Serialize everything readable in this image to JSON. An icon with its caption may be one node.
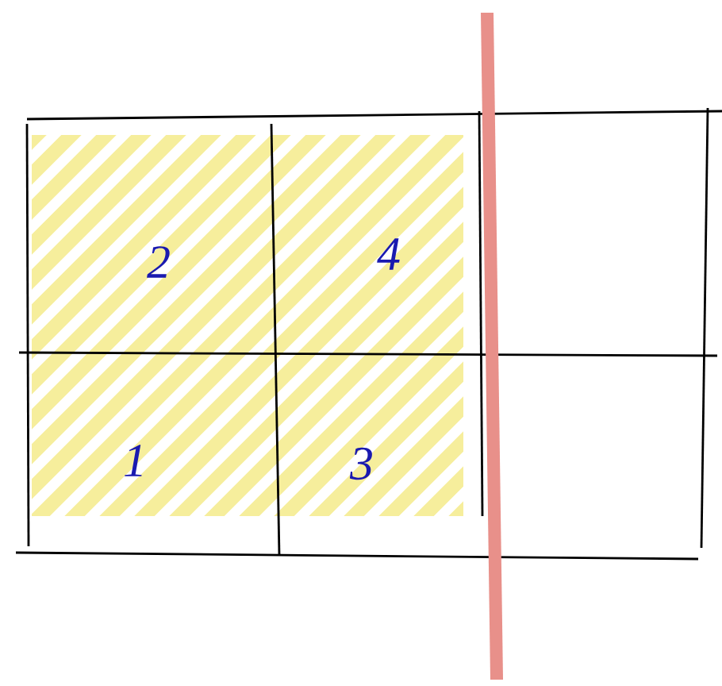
{
  "diagram": {
    "labels": [
      "2",
      "4",
      "1",
      "3"
    ]
  }
}
